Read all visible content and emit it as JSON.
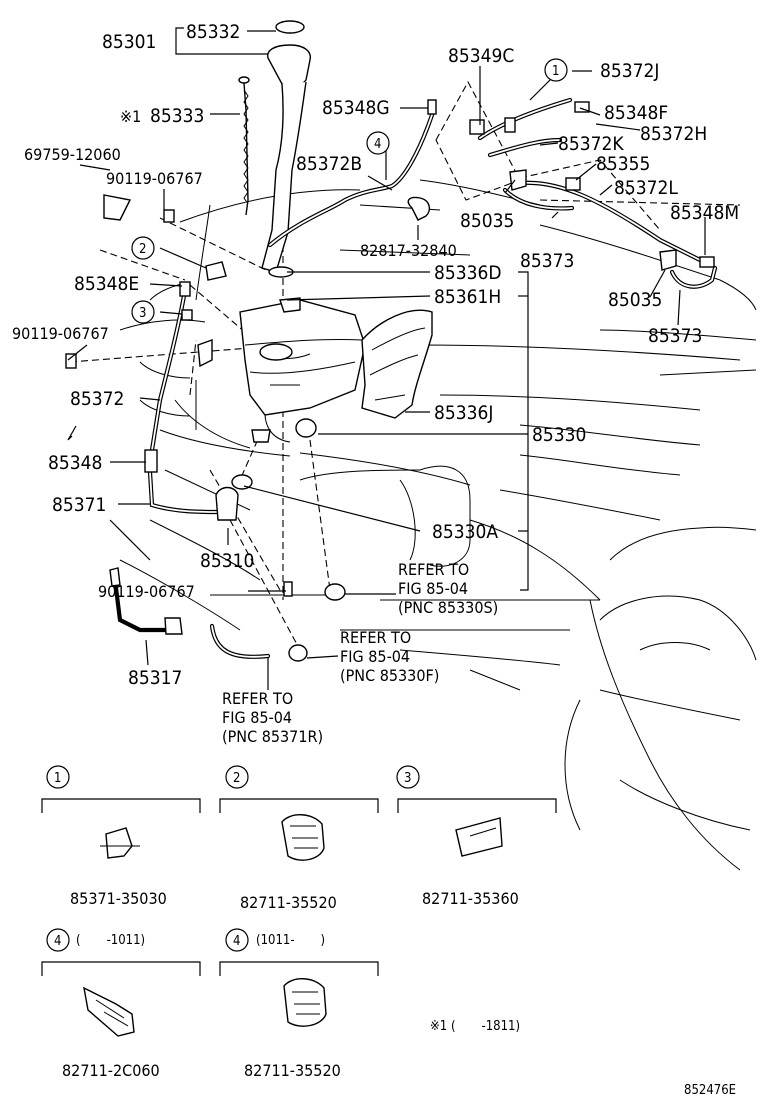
{
  "figure_id": "852476E",
  "callouts": {
    "p85301": "85301",
    "p85332": "85332",
    "p85333_mark": "※1",
    "p85333": "85333",
    "p69759": "69759-12060",
    "p90119a": "90119-06767",
    "p85348G": "85348G",
    "p85372B": "85372B",
    "p85349C": "85349C",
    "p85372J": "85372J",
    "p85348F": "85348F",
    "p85372H": "85372H",
    "p85372K": "85372K",
    "p85355": "85355",
    "p85372L": "85372L",
    "p85348M": "85348M",
    "p85035a": "85035",
    "p85373a": "85373",
    "p85035b": "85035",
    "p85373b": "85373",
    "p82817": "82817-32840",
    "p85348E": "85348E",
    "p85336D": "85336D",
    "p85361H": "85361H",
    "p90119b": "90119-06767",
    "p85372": "85372",
    "p85336J": "85336J",
    "p85348": "85348",
    "p85330": "85330",
    "p85371": "85371",
    "p85330A": "85330A",
    "p85310": "85310",
    "p90119c": "90119-06767",
    "p85317": "85317"
  },
  "references": {
    "ref1": [
      "REFER TO",
      "FIG 85-04",
      "(PNC 85330S)"
    ],
    "ref2": [
      "REFER TO",
      "FIG 85-04",
      "(PNC 85330F)"
    ],
    "ref3": [
      "REFER TO",
      "FIG 85-04",
      "(PNC 85371R)"
    ]
  },
  "circle_markers": {
    "m1": "1",
    "m2": "2",
    "m3": "3",
    "m4": "4"
  },
  "insets": {
    "i1": {
      "num": "1",
      "note": "",
      "part": "85371-35030"
    },
    "i2": {
      "num": "2",
      "note": "",
      "part": "82711-35520"
    },
    "i3": {
      "num": "3",
      "note": "",
      "part": "82711-35360"
    },
    "i4a": {
      "num": "4",
      "note": "(　　-1011)",
      "part": "82711-2C060"
    },
    "i4b": {
      "num": "4",
      "note": "(1011-　　)",
      "part": "82711-35520"
    }
  },
  "footnote": "※1 (　　-1811)"
}
